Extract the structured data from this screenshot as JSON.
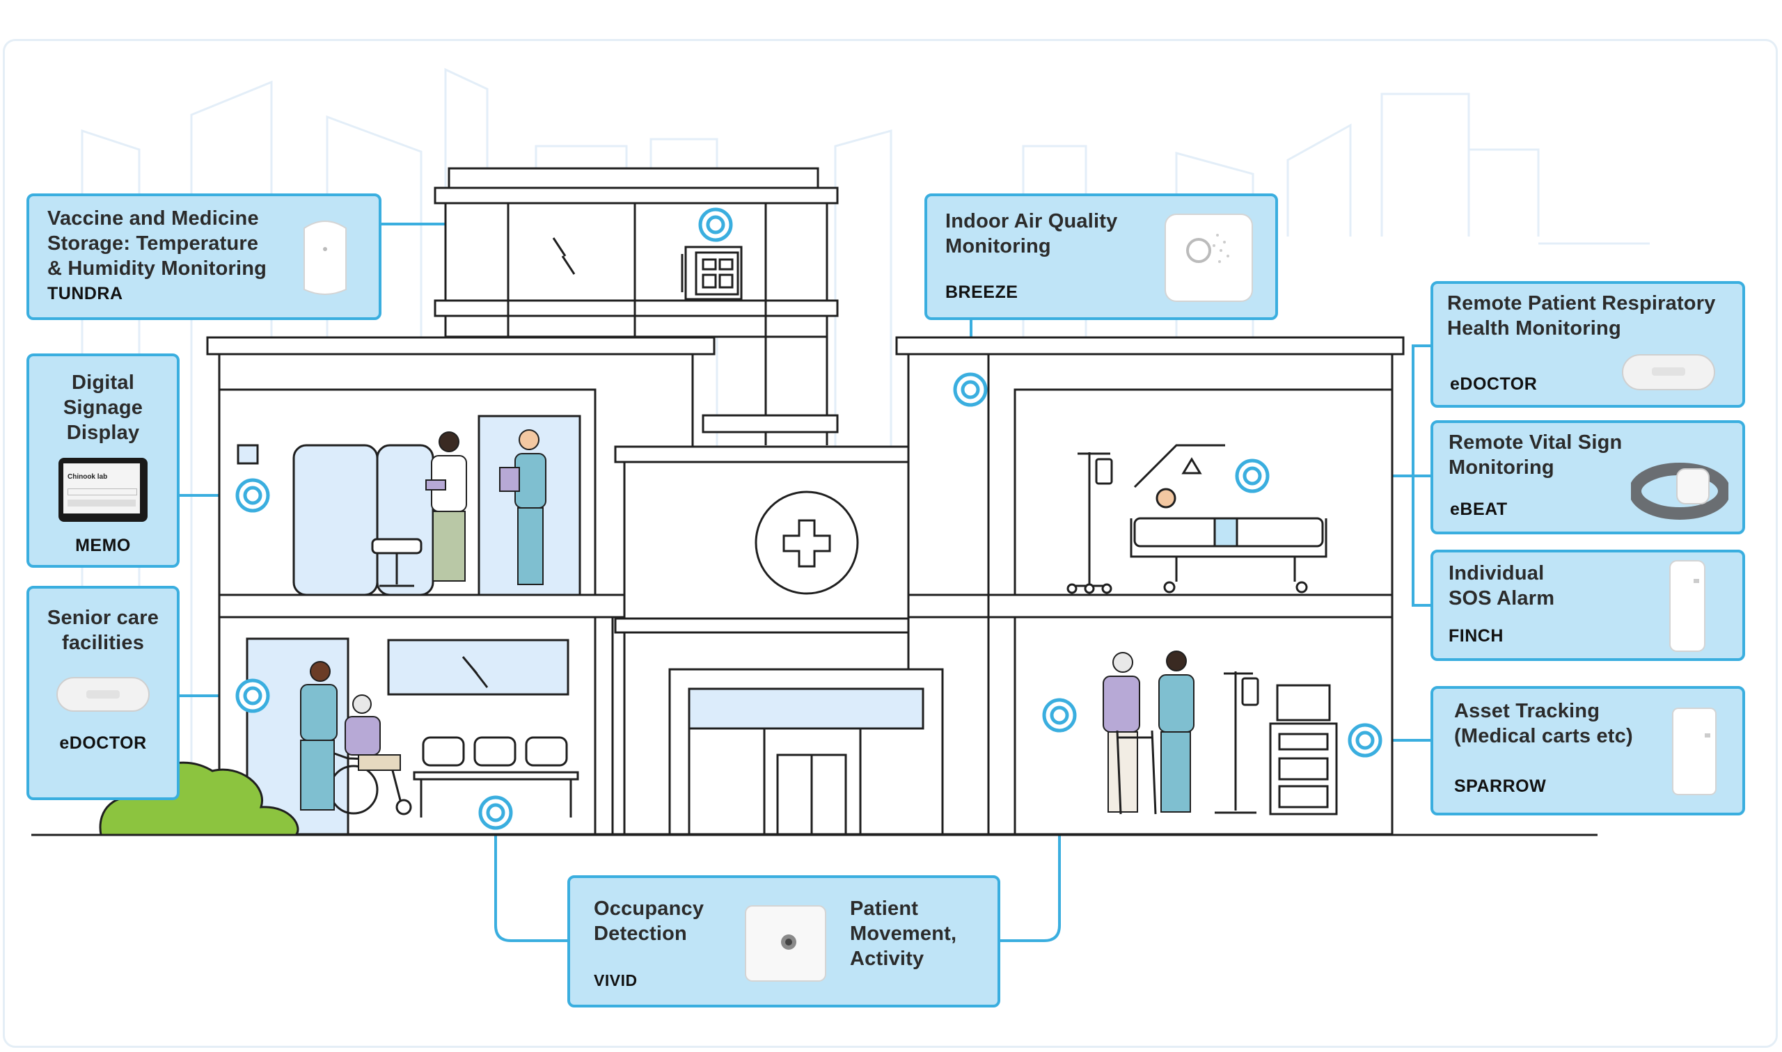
{
  "cards": {
    "tundra": {
      "title": "Vaccine and Medicine Storage: Temperature & Humidity Monitoring",
      "product": "TUNDRA",
      "device_icon": "tundra-sensor-icon"
    },
    "breeze": {
      "title": "Indoor Air Quality Monitoring",
      "product": "BREEZE",
      "device_icon": "breeze-sensor-icon"
    },
    "memo": {
      "title": "Digital Signage Display",
      "product": "MEMO",
      "device_icon": "memo-display-icon",
      "screen_title": "Chinook lab"
    },
    "senior": {
      "title": "Senior care facilities",
      "product": "eDOCTOR",
      "device_icon": "edoctor-device-icon"
    },
    "respiratory": {
      "title": "Remote Patient Respiratory Health Monitoring",
      "product": "eDOCTOR",
      "device_icon": "edoctor-device-icon"
    },
    "vital": {
      "title": "Remote Vital Sign Monitoring",
      "product": "eBEAT",
      "device_icon": "ebeat-wristband-icon"
    },
    "sos": {
      "title": "Individual SOS Alarm",
      "product": "FINCH",
      "device_icon": "finch-alarm-icon"
    },
    "asset": {
      "title": "Asset Tracking (Medical carts etc)",
      "product": "SPARROW",
      "device_icon": "sparrow-tracker-icon"
    },
    "occupancy": {
      "title_left": "Occupancy Detection",
      "title_right": "Patient Movement, Activity",
      "product": "VIVID",
      "device_icon": "vivid-sensor-icon"
    }
  },
  "colors": {
    "card_fill": "#bfe4f7",
    "card_border": "#3aaedf",
    "connector": "#3aaedf",
    "building_line": "#1f1f1f",
    "glass": "#dcecfb",
    "skyline": "#e3eef8",
    "bush": "#8cc43f",
    "scrubs": "#7fbfd0",
    "patient_gown": "#b7a9d6"
  },
  "icons": [
    "medicine-cabinet-icon",
    "medical-cross-icon",
    "hospital-bed-icon",
    "iv-stand-icon",
    "wheelchair-icon",
    "waiting-chairs-icon",
    "monitor-cart-icon",
    "walker-icon",
    "bush-icon"
  ]
}
